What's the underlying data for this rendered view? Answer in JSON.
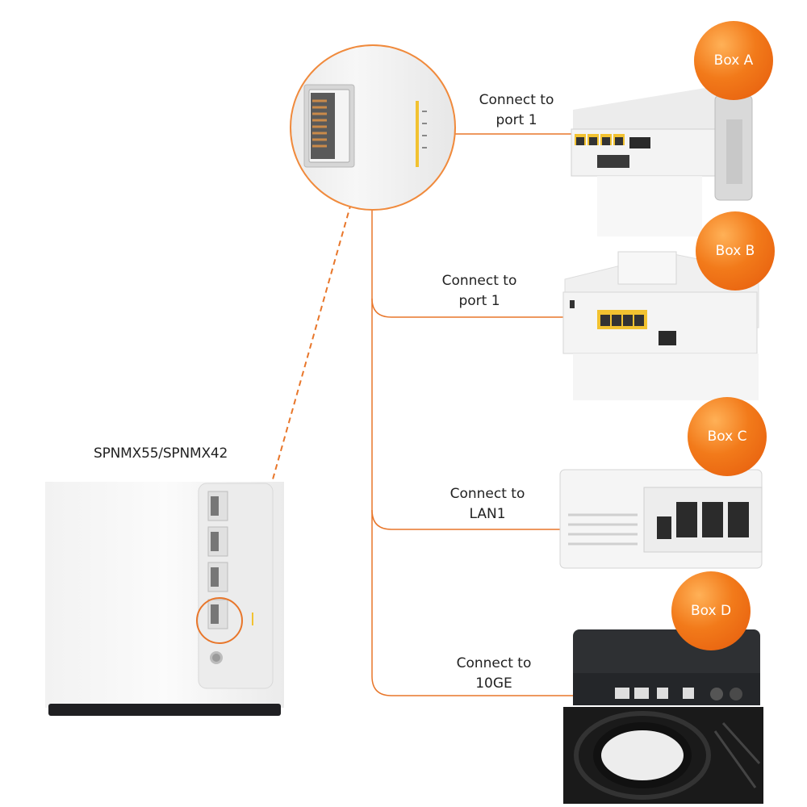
{
  "model_label": "SPNMX55/SPNMX42",
  "colors": {
    "accent": "#f07a22",
    "line": "#e8762a",
    "port_yellow": "#f2c230"
  },
  "boxes": [
    {
      "badge": "Box A",
      "instruction_line1": "Connect to",
      "instruction_line2": "port 1"
    },
    {
      "badge": "Box B",
      "instruction_line1": "Connect to",
      "instruction_line2": "port 1"
    },
    {
      "badge": "Box C",
      "instruction_line1": "Connect to",
      "instruction_line2": "LAN1"
    },
    {
      "badge": "Box D",
      "instruction_line1": "Connect to",
      "instruction_line2": "10GE"
    }
  ]
}
